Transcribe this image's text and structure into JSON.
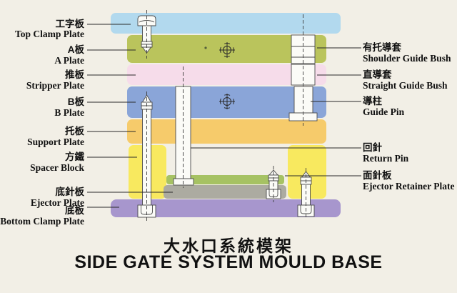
{
  "title": {
    "zh": "大水口系統模架",
    "en": "SIDE GATE SYSTEM MOULD BASE"
  },
  "labels_left": [
    {
      "zh": "工字板",
      "en": "Top Clamp Plate"
    },
    {
      "zh": "A板",
      "en": "A Plate"
    },
    {
      "zh": "推板",
      "en": "Stripper Plate"
    },
    {
      "zh": "B板",
      "en": "B Plate"
    },
    {
      "zh": "托板",
      "en": "Support Plate"
    },
    {
      "zh": "方鐵",
      "en": "Spacer Block"
    },
    {
      "zh": "底針板",
      "en": "Ejector Plate"
    },
    {
      "zh": "底板",
      "en": "Bottom Clamp Plate"
    }
  ],
  "labels_right": [
    {
      "zh": "有托導套",
      "en": "Shoulder Guide Bush"
    },
    {
      "zh": "直導套",
      "en": "Straight Guide Bush"
    },
    {
      "zh": "導柱",
      "en": "Guide Pin"
    },
    {
      "zh": "回針",
      "en": "Return Pin"
    },
    {
      "zh": "面針板",
      "en": "Ejector Retainer Plate"
    }
  ],
  "colors": {
    "top_clamp_plate": "#b2d9ee",
    "a_plate": "#bac45c",
    "stripper_plate": "#f6dcea",
    "b_plate": "#8aa5d8",
    "support_plate": "#f6cb6b",
    "spacer_block": "#f8e95f",
    "ejector_retainer_plate": "#a6c263",
    "ejector_plate": "#acaba1",
    "bottom_clamp_plate": "#a796cd"
  }
}
